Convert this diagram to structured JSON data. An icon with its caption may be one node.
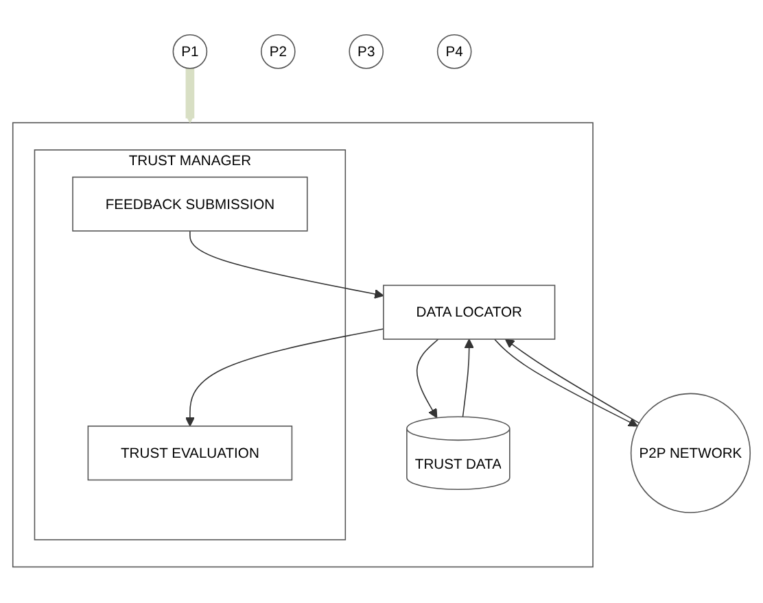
{
  "diagram": {
    "nodes": [
      {
        "text": [],
        "shape": "box"
      },
      {
        "text": [
          "TRUST MANAGER"
        ],
        "in": 0
      },
      {
        "text": [
          "FEEDBACK SUBMISSION"
        ],
        "in": 1
      },
      {
        "text": [
          "TRUST EVALUATION"
        ],
        "in": 1
      },
      {
        "text": [
          "DATA LOCATOR"
        ],
        "in": 0
      },
      {
        "text": [
          "TRUST DATA"
        ],
        "in": 0
      },
      {
        "text": [
          "P2P NETWORK"
        ]
      },
      {
        "text": [
          "P1"
        ]
      },
      {
        "text": [
          "P2"
        ]
      },
      {
        "text": [
          "P3"
        ]
      },
      {
        "text": [
          "P4"
        ]
      }
    ],
    "edges": [
      {
        "from": 2,
        "to": 4,
        "arrow": "to"
      },
      {
        "from": 4,
        "to": 3,
        "arrow": "to"
      },
      {
        "from": 5,
        "to": 4,
        "arrow": "to"
      },
      {
        "from": 4,
        "to": 5,
        "arrow": "to"
      },
      {
        "from": 6,
        "to": 4,
        "arrow": "to"
      },
      {
        "from": 4,
        "to": 6,
        "arrow": "to"
      },
      {
        "from": 7,
        "to": 0,
        "arrow": "to",
        "style": "thick",
        "color": "#d8dfc4"
      }
    ]
  }
}
